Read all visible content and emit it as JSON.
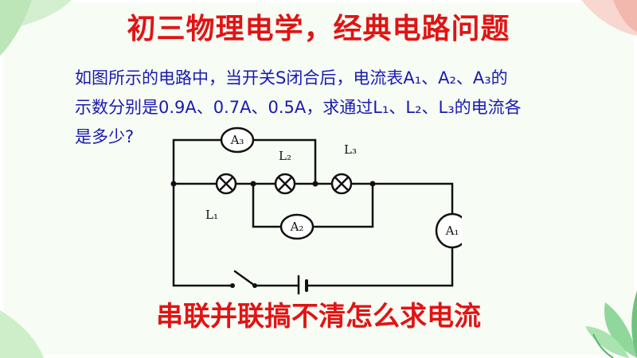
{
  "slide": {
    "title": "初三物理电学，经典电路问题",
    "question_line1": "如图所示的电路中，当开关S闭合后，电流表A₁、A₂、A₃的",
    "question_line2": "示数分别是0.9A、0.7A、0.5A，求通过L₁、L₂、L₃的电流各",
    "question_line3": "是多少?",
    "subtitle": "串联并联搞不清怎么求电流"
  },
  "circuit": {
    "label_a3": "A₃",
    "label_a2": "A₂",
    "label_a1": "A₁",
    "label_l1": "L₁",
    "label_l2": "L₂",
    "label_l3": "L₃"
  },
  "colors": {
    "title": "#e01414",
    "question_text": "#1a1ab0",
    "circuit_line": "#111111",
    "background": "#f7fcf4",
    "decor_green": "#a8dfa8",
    "decor_pink": "#f6c4bd"
  },
  "decorations": [
    "leaf-decoration-icon",
    "petal-decoration-icon"
  ]
}
